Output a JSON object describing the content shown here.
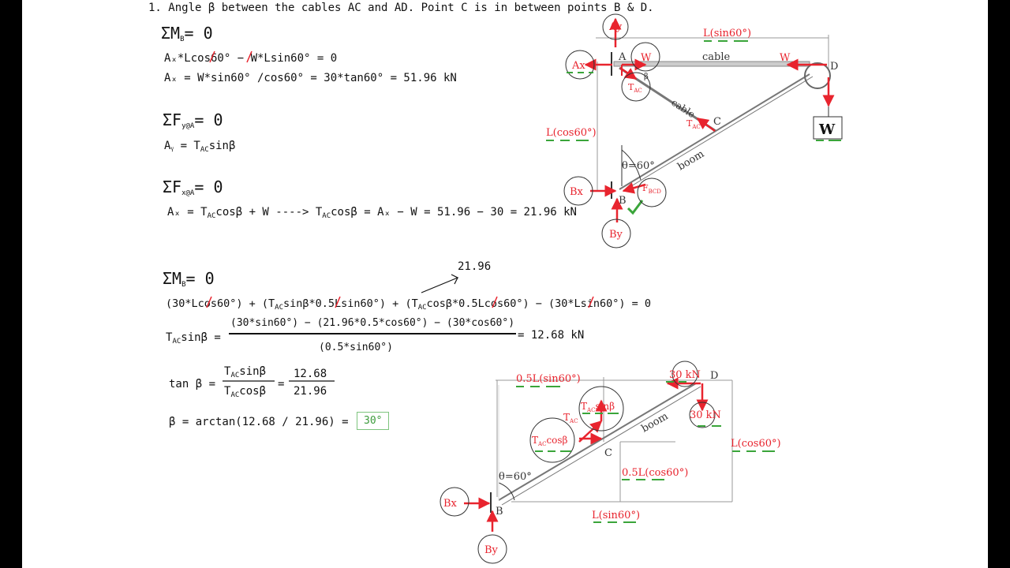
{
  "heading": "1. Angle β between the cables AC and AD. Point C is in between points B & D.",
  "equations": {
    "sum_mb_1": "ΣM",
    "sum_mb_1_sub": "B",
    "sum_mb_1_rhs": "= 0",
    "moment_eq": "Aₓ*Lcos60° − W*Lsin60° = 0",
    "ax_solve": "Aₓ = W*sin60° /cos60° = 30*tan60° =  51.96 kN",
    "sum_fy": "ΣF",
    "sum_fy_sub": "y@A",
    "sum_fy_rhs": "= 0",
    "ay_eq": "Aᵧ = T",
    "ay_eq_sub": "AC",
    "ay_eq_tail": "sinβ",
    "sum_fx": "ΣF",
    "sum_fx_sub": "x@A",
    "sum_fx_rhs": "= 0",
    "ax_eq": "Aₓ = T",
    "ax_eq_sub": "AC",
    "ax_eq_tail": "cosβ + W  ----> T",
    "ax_eq_sub2": "AC",
    "ax_eq_tail2": "cosβ = Aₓ − W = 51.96 − 30 = 21.96 kN",
    "sum_mb_2": "ΣM",
    "sum_mb_2_sub": "B",
    "sum_mb_2_rhs": "= 0",
    "callout_value": "21.96",
    "long_moment": "(30*Lcos60°) + (T",
    "long_moment_sub": "AC",
    "long_moment_mid": "sinβ*0.5Lsin60°) + (T",
    "long_moment_sub2": "AC",
    "long_moment_tail": "cosβ*0.5Lcos60°) − (30*Lsin60°) = 0",
    "tac_lhs": "T",
    "tac_lhs_sub": "AC",
    "tac_lhs_tail": "sinβ =",
    "tac_num": "(30*sin60°) − (21.96*0.5*cos60°) − (30*cos60°)",
    "tac_den": "(0.5*sin60°)",
    "tac_result": "= 12.68 kN",
    "tan_lhs": "tan β =",
    "tan_num": "T",
    "tan_num_sub": "AC",
    "tan_num_tail": "sinβ",
    "tan_den": "T",
    "tan_den_sub": "AC",
    "tan_den_tail": "cosβ",
    "tan_eq": "=",
    "tan_num2": "12.68",
    "tan_den2": "21.96",
    "beta_eq": "β = arctan(12.68 / 21.96) =",
    "beta_answer": "30°"
  },
  "diagram_top": {
    "ay": "Ay",
    "ax": "Ax",
    "a": "A",
    "w_left": "W",
    "beta_mark": "β",
    "l_sin60": "L(sin60°)",
    "cable_top": "cable",
    "w_right": "W",
    "d": "D",
    "w_box": "W",
    "tac_1": "T",
    "tac_1_sub": "AC",
    "cable_diag": "cable",
    "tac_2": "T",
    "tac_2_sub": "AC",
    "c": "C",
    "l_cos60": "L(cos60°)",
    "theta": "θ=60°",
    "boom": "boom",
    "bx": "Bx",
    "fbcd": "F",
    "fbcd_sub": "BCD",
    "b": "B",
    "by": "By"
  },
  "diagram_bottom": {
    "half_l_sin60": "0.5L(sin60°)",
    "tac_sin": "T",
    "tac_sin_sub": "AC",
    "tac_sin_tail": "sinβ",
    "thirty_top": "30 kN",
    "d": "D",
    "thirty_right": "30 kN",
    "tac": "T",
    "tac_sub": "AC",
    "tac_cos": "T",
    "tac_cos_sub": "AC",
    "tac_cos_tail": "cosβ",
    "boom": "boom",
    "c": "C",
    "l_cos60": "L(cos60°)",
    "theta": "θ=60°",
    "half_l_cos60": "0.5L(cos60°)",
    "bx": "Bx",
    "b": "B",
    "l_sin60": "L(sin60°)",
    "by": "By"
  },
  "colors": {
    "red": "#e8242e",
    "green_dash": "#3aa53a",
    "line": "#555555"
  }
}
